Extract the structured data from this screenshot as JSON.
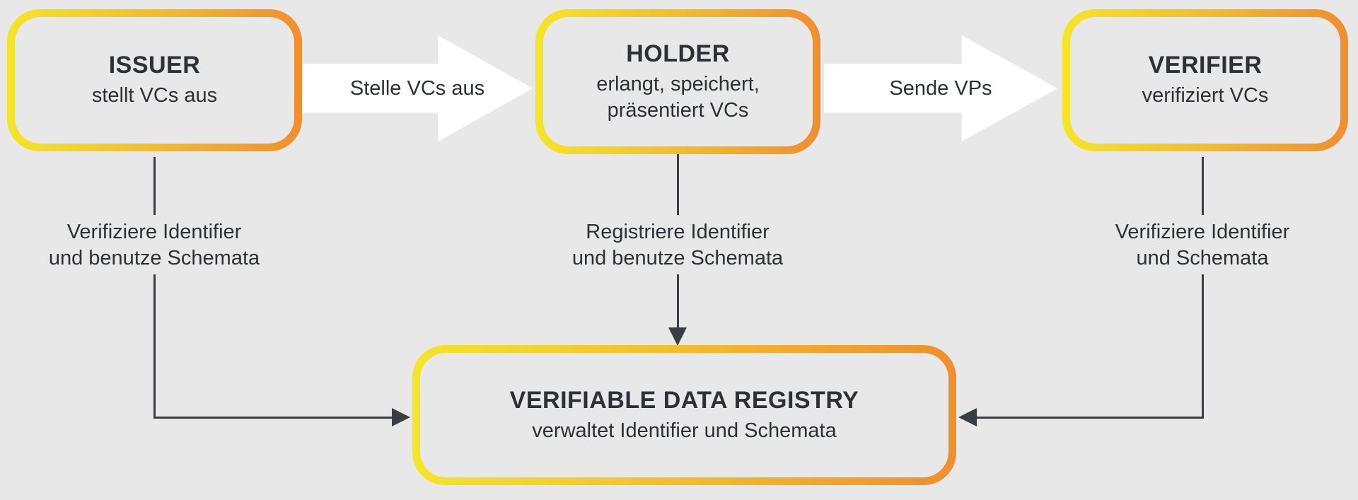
{
  "colors": {
    "background": "#e8e8e8",
    "border_gradient_start": "#f5e528",
    "border_gradient_mid": "#f2b92a",
    "border_gradient_end": "#f08e2e",
    "block_arrow_fill": "#ffffff",
    "text": "#2d3036",
    "line": "#3a3d42"
  },
  "nodes": {
    "issuer": {
      "title": "ISSUER",
      "subtitle_lines": [
        "stellt VCs aus"
      ]
    },
    "holder": {
      "title": "HOLDER",
      "subtitle_lines": [
        "erlangt, speichert,",
        "präsentiert VCs"
      ]
    },
    "verifier": {
      "title": "VERIFIER",
      "subtitle_lines": [
        "verifiziert VCs"
      ]
    },
    "registry": {
      "title": "VERIFIABLE DATA REGISTRY",
      "subtitle_lines": [
        "verwaltet Identifier und Schemata"
      ]
    }
  },
  "flows": {
    "issuer_to_holder": {
      "label": "Stelle VCs aus"
    },
    "holder_to_verifier": {
      "label": "Sende VPs"
    },
    "issuer_to_registry": {
      "label_lines": [
        "Verifiziere Identifier",
        "und benutze Schemata"
      ]
    },
    "holder_to_registry": {
      "label_lines": [
        "Registriere Identifier",
        "und benutze Schemata"
      ]
    },
    "verifier_to_registry": {
      "label_lines": [
        "Verifiziere Identifier",
        "und Schemata"
      ]
    }
  }
}
